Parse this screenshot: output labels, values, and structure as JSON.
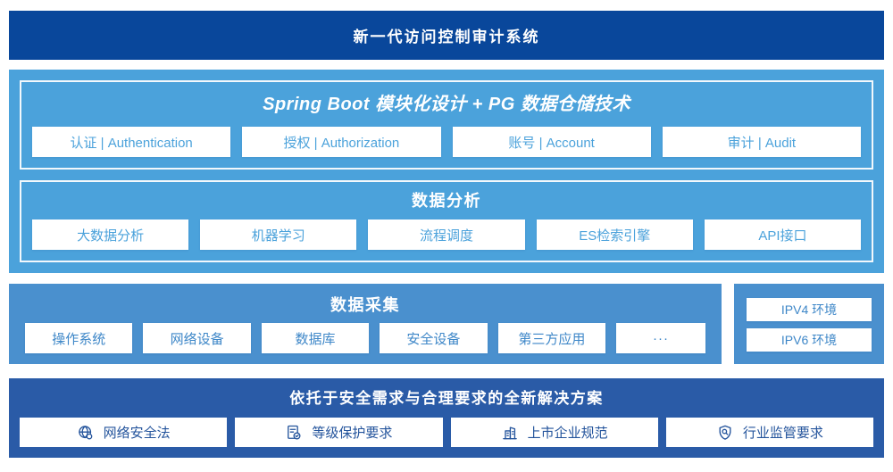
{
  "colors": {
    "banner_bg": "#09479B",
    "platform_bg": "#4BA2DB",
    "collection_bg": "#4A90CE",
    "solution_bg": "#2A5BA7",
    "box_bg": "#FFFFFF",
    "box_text_light": "#4BA2DB",
    "box_text_mid": "#3E87C8",
    "box_text_dark": "#24549C"
  },
  "banner": {
    "title": "新一代访问控制审计系统"
  },
  "platform": {
    "spring": {
      "title": "Spring Boot 模块化设计 + PG 数据仓储技术",
      "items": [
        {
          "label": "认证 | Authentication"
        },
        {
          "label": "授权 | Authorization"
        },
        {
          "label": "账号 | Account"
        },
        {
          "label": "审计 | Audit"
        }
      ]
    },
    "analysis": {
      "title": "数据分析",
      "items": [
        {
          "label": "大数据分析"
        },
        {
          "label": "机器学习"
        },
        {
          "label": "流程调度"
        },
        {
          "label": "ES检索引擎"
        },
        {
          "label": "API接口"
        }
      ]
    }
  },
  "collection": {
    "title": "数据采集",
    "items": [
      {
        "label": "操作系统"
      },
      {
        "label": "网络设备"
      },
      {
        "label": "数据库"
      },
      {
        "label": "安全设备"
      },
      {
        "label": "第三方应用"
      },
      {
        "label": "···"
      }
    ]
  },
  "environment": {
    "items": [
      {
        "label": "IPV4 环境"
      },
      {
        "label": "IPV6 环境"
      }
    ]
  },
  "solution": {
    "title": "依托于安全需求与合理要求的全新解决方案",
    "items": [
      {
        "icon": "globe-icon",
        "label": "网络安全法"
      },
      {
        "icon": "document-check-icon",
        "label": "等级保护要求"
      },
      {
        "icon": "building-icon",
        "label": "上市企业规范"
      },
      {
        "icon": "shield-search-icon",
        "label": "行业监管要求"
      }
    ]
  }
}
